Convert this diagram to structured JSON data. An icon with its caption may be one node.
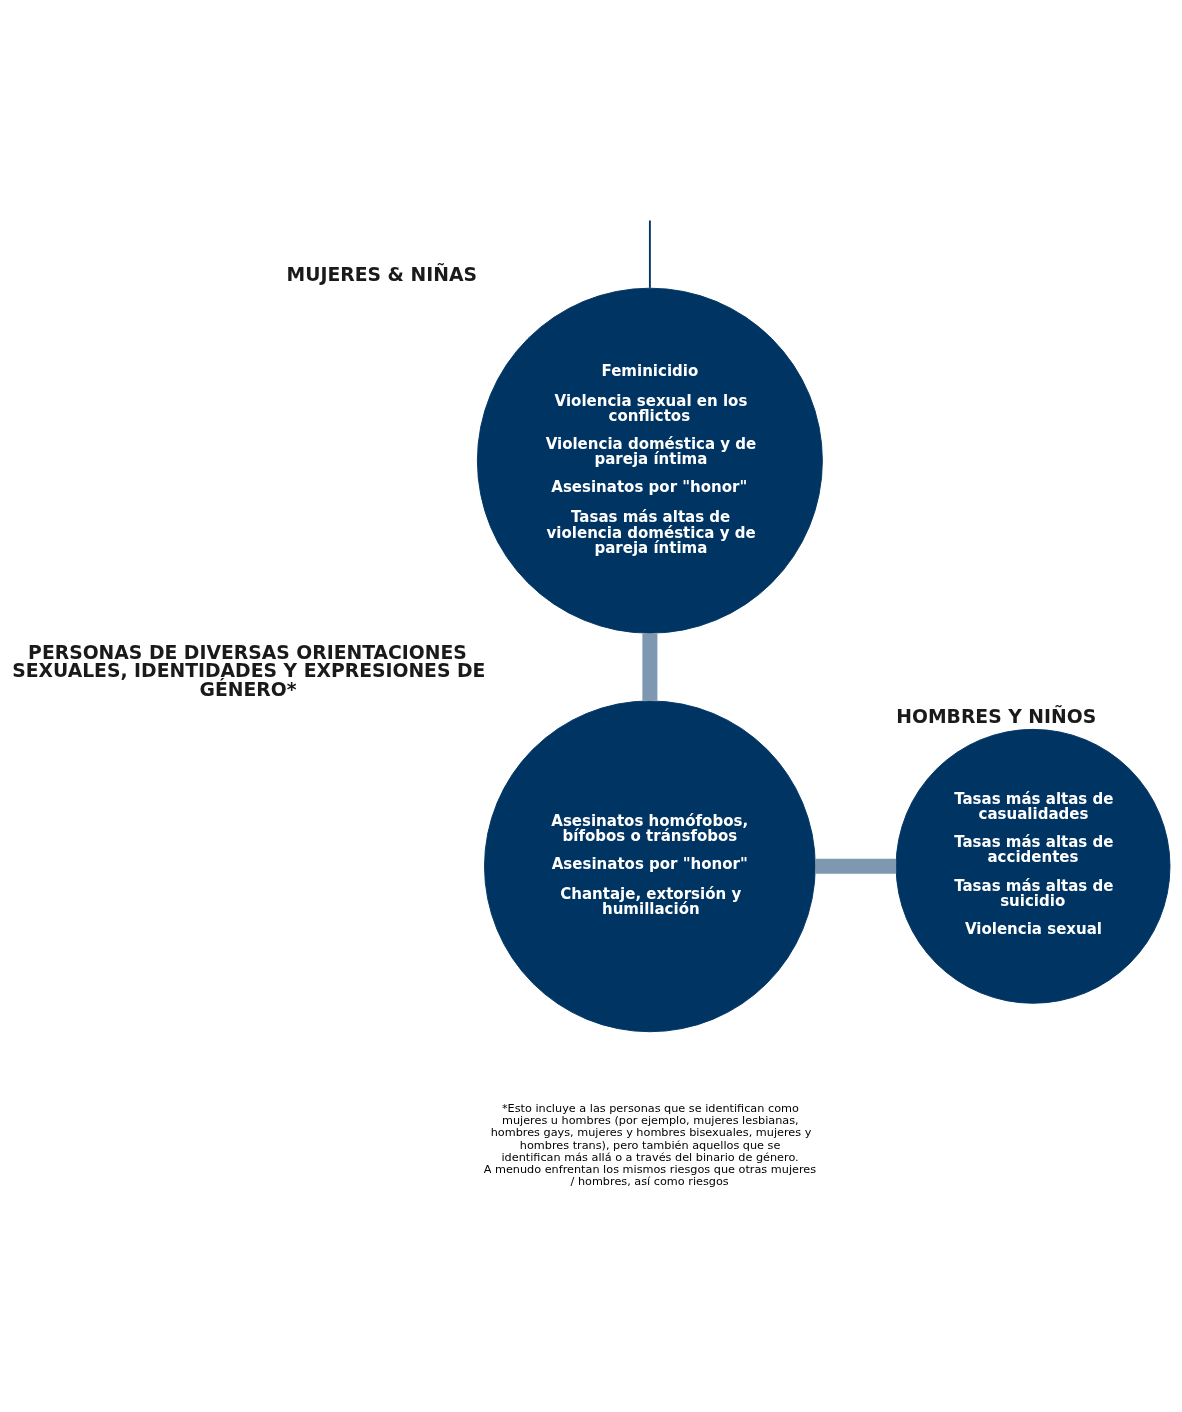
{
  "diagram": {
    "nodes": [
      {
        "text": [
          "MUJERES & NIÑAS",
          "Feminicidio",
          "Violencia sexual en los conflictos",
          "Violencia doméstica y de pareja íntima",
          "Asesinatos por \"honor\"",
          "Tasas más altas de violencia doméstica y de pareja íntima"
        ]
      },
      {
        "text": [
          "HOMBRES Y NIÑOS",
          "Tasas más altas de casualidades",
          "Tasas más altas de accidentes",
          "Tasas más altas de suicidio",
          "Violencia sexual"
        ]
      },
      {
        "text": [
          "PERSONAS DE DIVERSAS ORIENTACIONES SEXUALES, IDENTIDADES Y EXPRESIONES DE GÉNERO*",
          "Asesinatos homófobos, bífobos o tránsfobos",
          "Asesinatos por \"honor\"",
          "Chantaje, extorsión y humillación"
        ]
      }
    ],
    "edges": [
      {
        "from": null,
        "to": 0,
        "arrow": "none",
        "color": "#003462"
      },
      {
        "from": 0,
        "to": 2,
        "arrow": "none",
        "color": "#7f98b1"
      },
      {
        "from": 2,
        "to": 1,
        "arrow": "none",
        "color": "#7f98b1"
      }
    ],
    "labels": [
      "*Esto incluye a las personas que se identifican como mujeres u hombres (por ejemplo, mujeres lesbianas, hombres gays, mujeres y hombres bisexuales, mujeres y hombres trans), pero también aquellos que se identifican más allá o a través del binario de género. A menudo enfrentan los mismos riesgos que otras mujeres / hombres, así como riesgos"
    ]
  }
}
